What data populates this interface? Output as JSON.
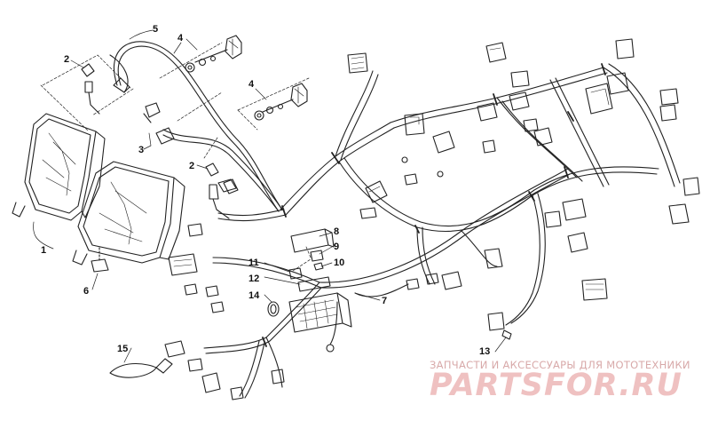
{
  "callouts": [
    "1",
    "2",
    "3",
    "4",
    "5",
    "6",
    "7",
    "8",
    "9",
    "10",
    "11",
    "12",
    "13",
    "14",
    "15"
  ],
  "watermark": {
    "caption": "ЗАПЧАСТИ И АКСЕССУАРЫ ДЛЯ МОТОТЕХНИКИ",
    "logo": "PARTSFOR.RU"
  },
  "colors": {
    "line": "#222222",
    "watermark": "#e8b4b4"
  }
}
